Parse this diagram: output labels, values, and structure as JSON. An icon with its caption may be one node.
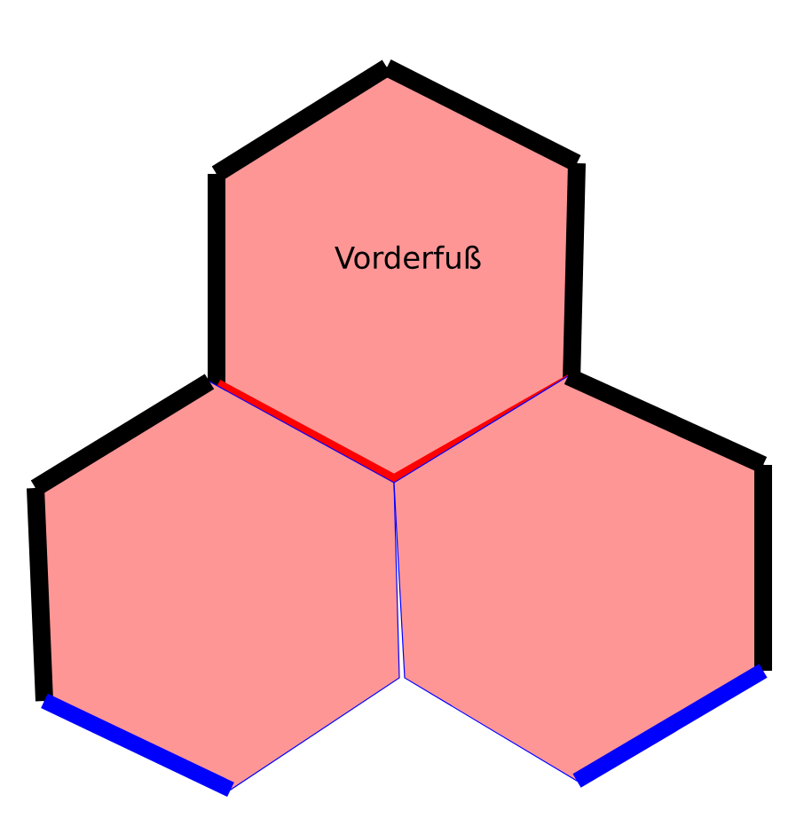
{
  "diagram": {
    "nodes": [
      {
        "text": [
          "Vorderfuß"
        ]
      },
      {
        "text": [],
        "shape": "hexagon"
      },
      {
        "text": [],
        "shape": "hexagon"
      }
    ]
  }
}
